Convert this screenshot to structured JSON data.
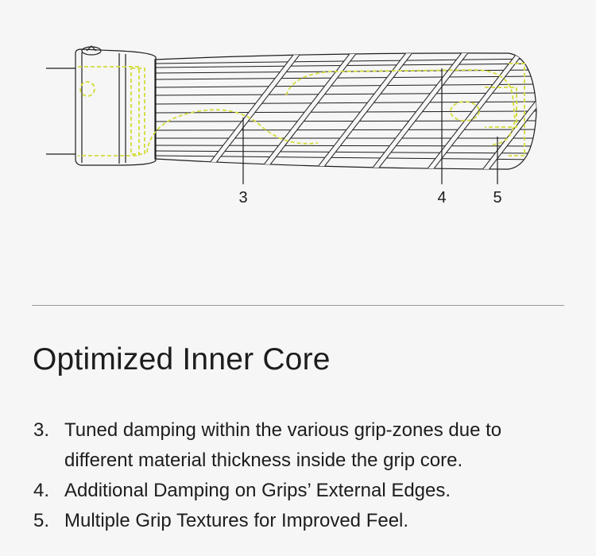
{
  "diagram": {
    "accent_color": "#d4dc3a",
    "line_color": "#1d1d1d",
    "callouts": [
      "3",
      "4",
      "5"
    ]
  },
  "section": {
    "title": "Optimized Inner Core",
    "items": [
      {
        "number": "3.",
        "text": "Tuned damping within the various grip-zones due to different material thickness inside the grip core."
      },
      {
        "number": "4.",
        "text": "Additional Damping on Grips’ External Edges."
      },
      {
        "number": "5.",
        "text": "Multiple Grip Textures for Improved Feel."
      }
    ]
  }
}
